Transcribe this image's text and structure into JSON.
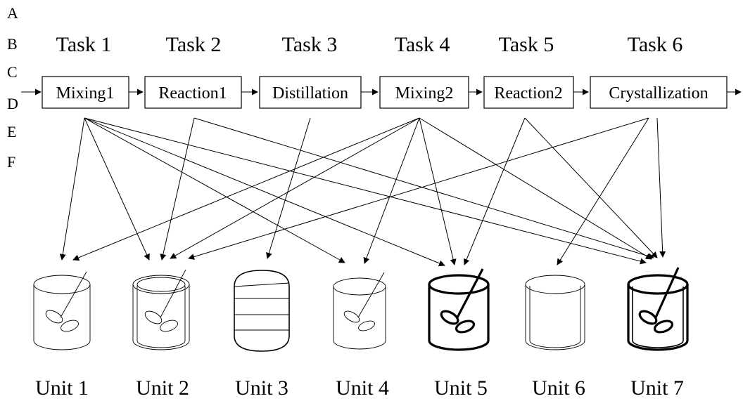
{
  "row_labels": [
    "A",
    "B",
    "C",
    "D",
    "E",
    "F"
  ],
  "tasks": [
    "Task 1",
    "Task 2",
    "Task 3",
    "Task 4",
    "Task 5",
    "Task 6"
  ],
  "steps": [
    "Mixing1",
    "Reaction1",
    "Distillation",
    "Mixing2",
    "Reaction2",
    "Crystallization"
  ],
  "units": [
    "Unit 1",
    "Unit 2",
    "Unit 3",
    "Unit 4",
    "Unit 5",
    "Unit 6",
    "Unit 7"
  ],
  "assignments": [
    {
      "step": "Mixing1",
      "units": [
        "Unit 1",
        "Unit 2",
        "Unit 4",
        "Unit 5",
        "Unit 7"
      ]
    },
    {
      "step": "Reaction1",
      "units": [
        "Unit 2",
        "Unit 7"
      ]
    },
    {
      "step": "Distillation",
      "units": [
        "Unit 3"
      ]
    },
    {
      "step": "Mixing2",
      "units": [
        "Unit 1",
        "Unit 2",
        "Unit 4",
        "Unit 5",
        "Unit 7"
      ]
    },
    {
      "step": "Reaction2",
      "units": [
        "Unit 5",
        "Unit 7"
      ]
    },
    {
      "step": "Crystallization",
      "units": [
        "Unit 2",
        "Unit 6",
        "Unit 7"
      ]
    }
  ],
  "unit_styles": [
    {
      "unit": "Unit 1",
      "wall": "single",
      "stroke": "thin",
      "agitator": true
    },
    {
      "unit": "Unit 2",
      "wall": "double",
      "stroke": "thin",
      "agitator": true
    },
    {
      "unit": "Unit 3",
      "wall": "column",
      "stroke": "medium",
      "agitator": false
    },
    {
      "unit": "Unit 4",
      "wall": "single",
      "stroke": "thin",
      "agitator": true
    },
    {
      "unit": "Unit 5",
      "wall": "single",
      "stroke": "thick",
      "agitator": true
    },
    {
      "unit": "Unit 6",
      "wall": "double",
      "stroke": "thin",
      "agitator": false
    },
    {
      "unit": "Unit 7",
      "wall": "double",
      "stroke": "thick",
      "agitator": true
    }
  ]
}
